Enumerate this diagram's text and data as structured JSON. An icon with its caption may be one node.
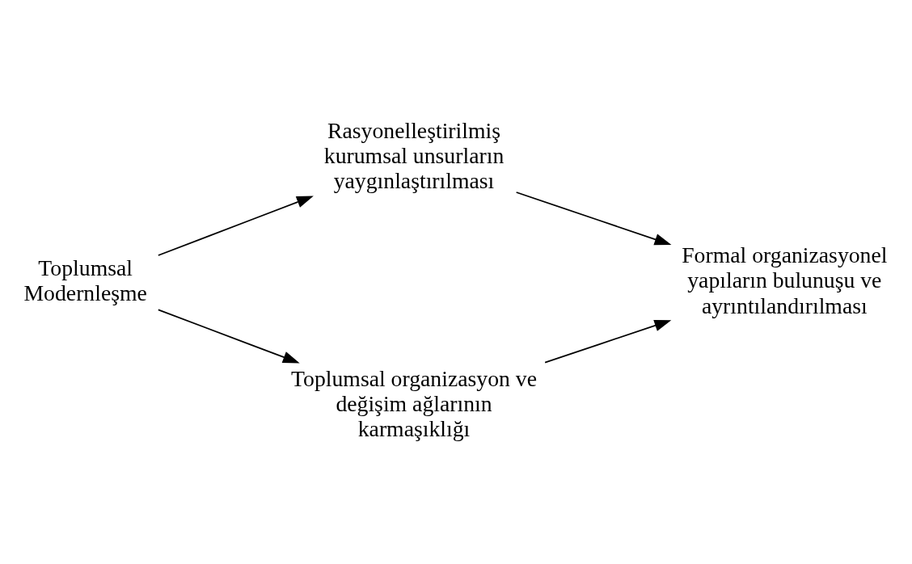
{
  "diagram": {
    "nodes": [
      {
        "text": [
          "Toplumsal Modernleşme"
        ]
      },
      {
        "text": [
          "Rasyonelleştirilmiş kurumsal unsurların yaygınlaştırılması"
        ]
      },
      {
        "text": [
          "Toplumsal organizasyon ve değişim ağlarının karmaşıklığı"
        ]
      },
      {
        "text": [
          "Formal organizasyonel yapıların bulunuşu ve ayrıntılandırılması"
        ]
      }
    ],
    "edges": [
      {
        "from": 0,
        "to": 1,
        "arrow": "to"
      },
      {
        "from": 1,
        "to": 3,
        "arrow": "to"
      },
      {
        "from": 0,
        "to": 2,
        "arrow": "to"
      },
      {
        "from": 2,
        "to": 3,
        "arrow": "to"
      }
    ]
  }
}
